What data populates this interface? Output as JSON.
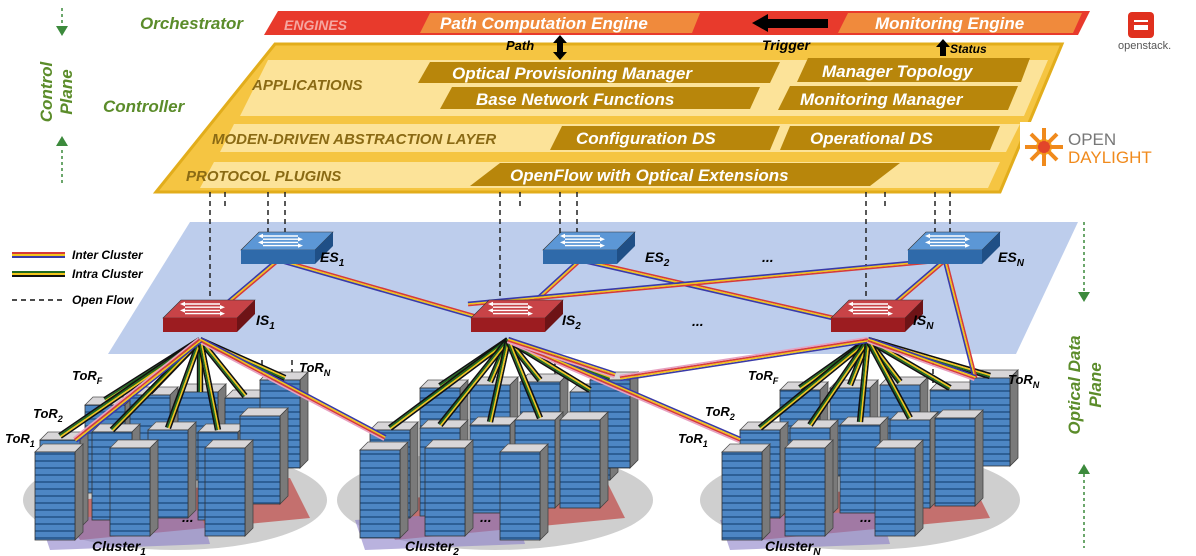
{
  "control": {
    "orchestrator_label": "Orchestrator",
    "engines_label": "ENGINES",
    "path_engine": "Path Computation Engine",
    "monitoring_engine": "Monitoring Engine",
    "path_label": "Path",
    "trigger_label": "Trigger",
    "status_label": "Status",
    "openstack_label": "openstack.",
    "controller_label": "Controller",
    "applications_label": "APPLICATIONS",
    "optical_provisioning": "Optical Provisioning Manager",
    "manager_topology": "Manager Topology",
    "base_network": "Base Network Functions",
    "monitoring_manager": "Monitoring Manager",
    "abstraction_label": "MODEN-DRIVEN ABSTRACTION LAYER",
    "config_ds": "Configuration DS",
    "operational_ds": "Operational DS",
    "protocol_label": "PROTOCOL PLUGINS",
    "openflow_ext": "OpenFlow with Optical Extensions",
    "odl_line1": "OPEN",
    "odl_line2": "DAYLIGHT",
    "control_plane_1": "Control",
    "control_plane_2": "Plane"
  },
  "data_plane": {
    "optical_1": "Optical Data",
    "optical_2": "Plane",
    "legend_inter": "Inter Cluster",
    "legend_intra": "Intra Cluster",
    "legend_openflow": "Open Flow",
    "es_base": "ES",
    "is_base": "IS",
    "tor_base": "ToR",
    "cluster_base": "Cluster",
    "ellipsis": "...",
    "sub_1": "1",
    "sub_2": "2",
    "sub_n": "N",
    "sub_f": "F"
  },
  "colors": {
    "orchestrator_green": "#5b8c2a",
    "engines_red": "#e83a2c",
    "engine_orange": "#f08a3c",
    "controller_gold": "#f5c542",
    "box_gold": "#b8860b",
    "plane_blue": "#b6c8ea",
    "es_blue": "#3d7fc2",
    "is_red": "#b2262a"
  }
}
